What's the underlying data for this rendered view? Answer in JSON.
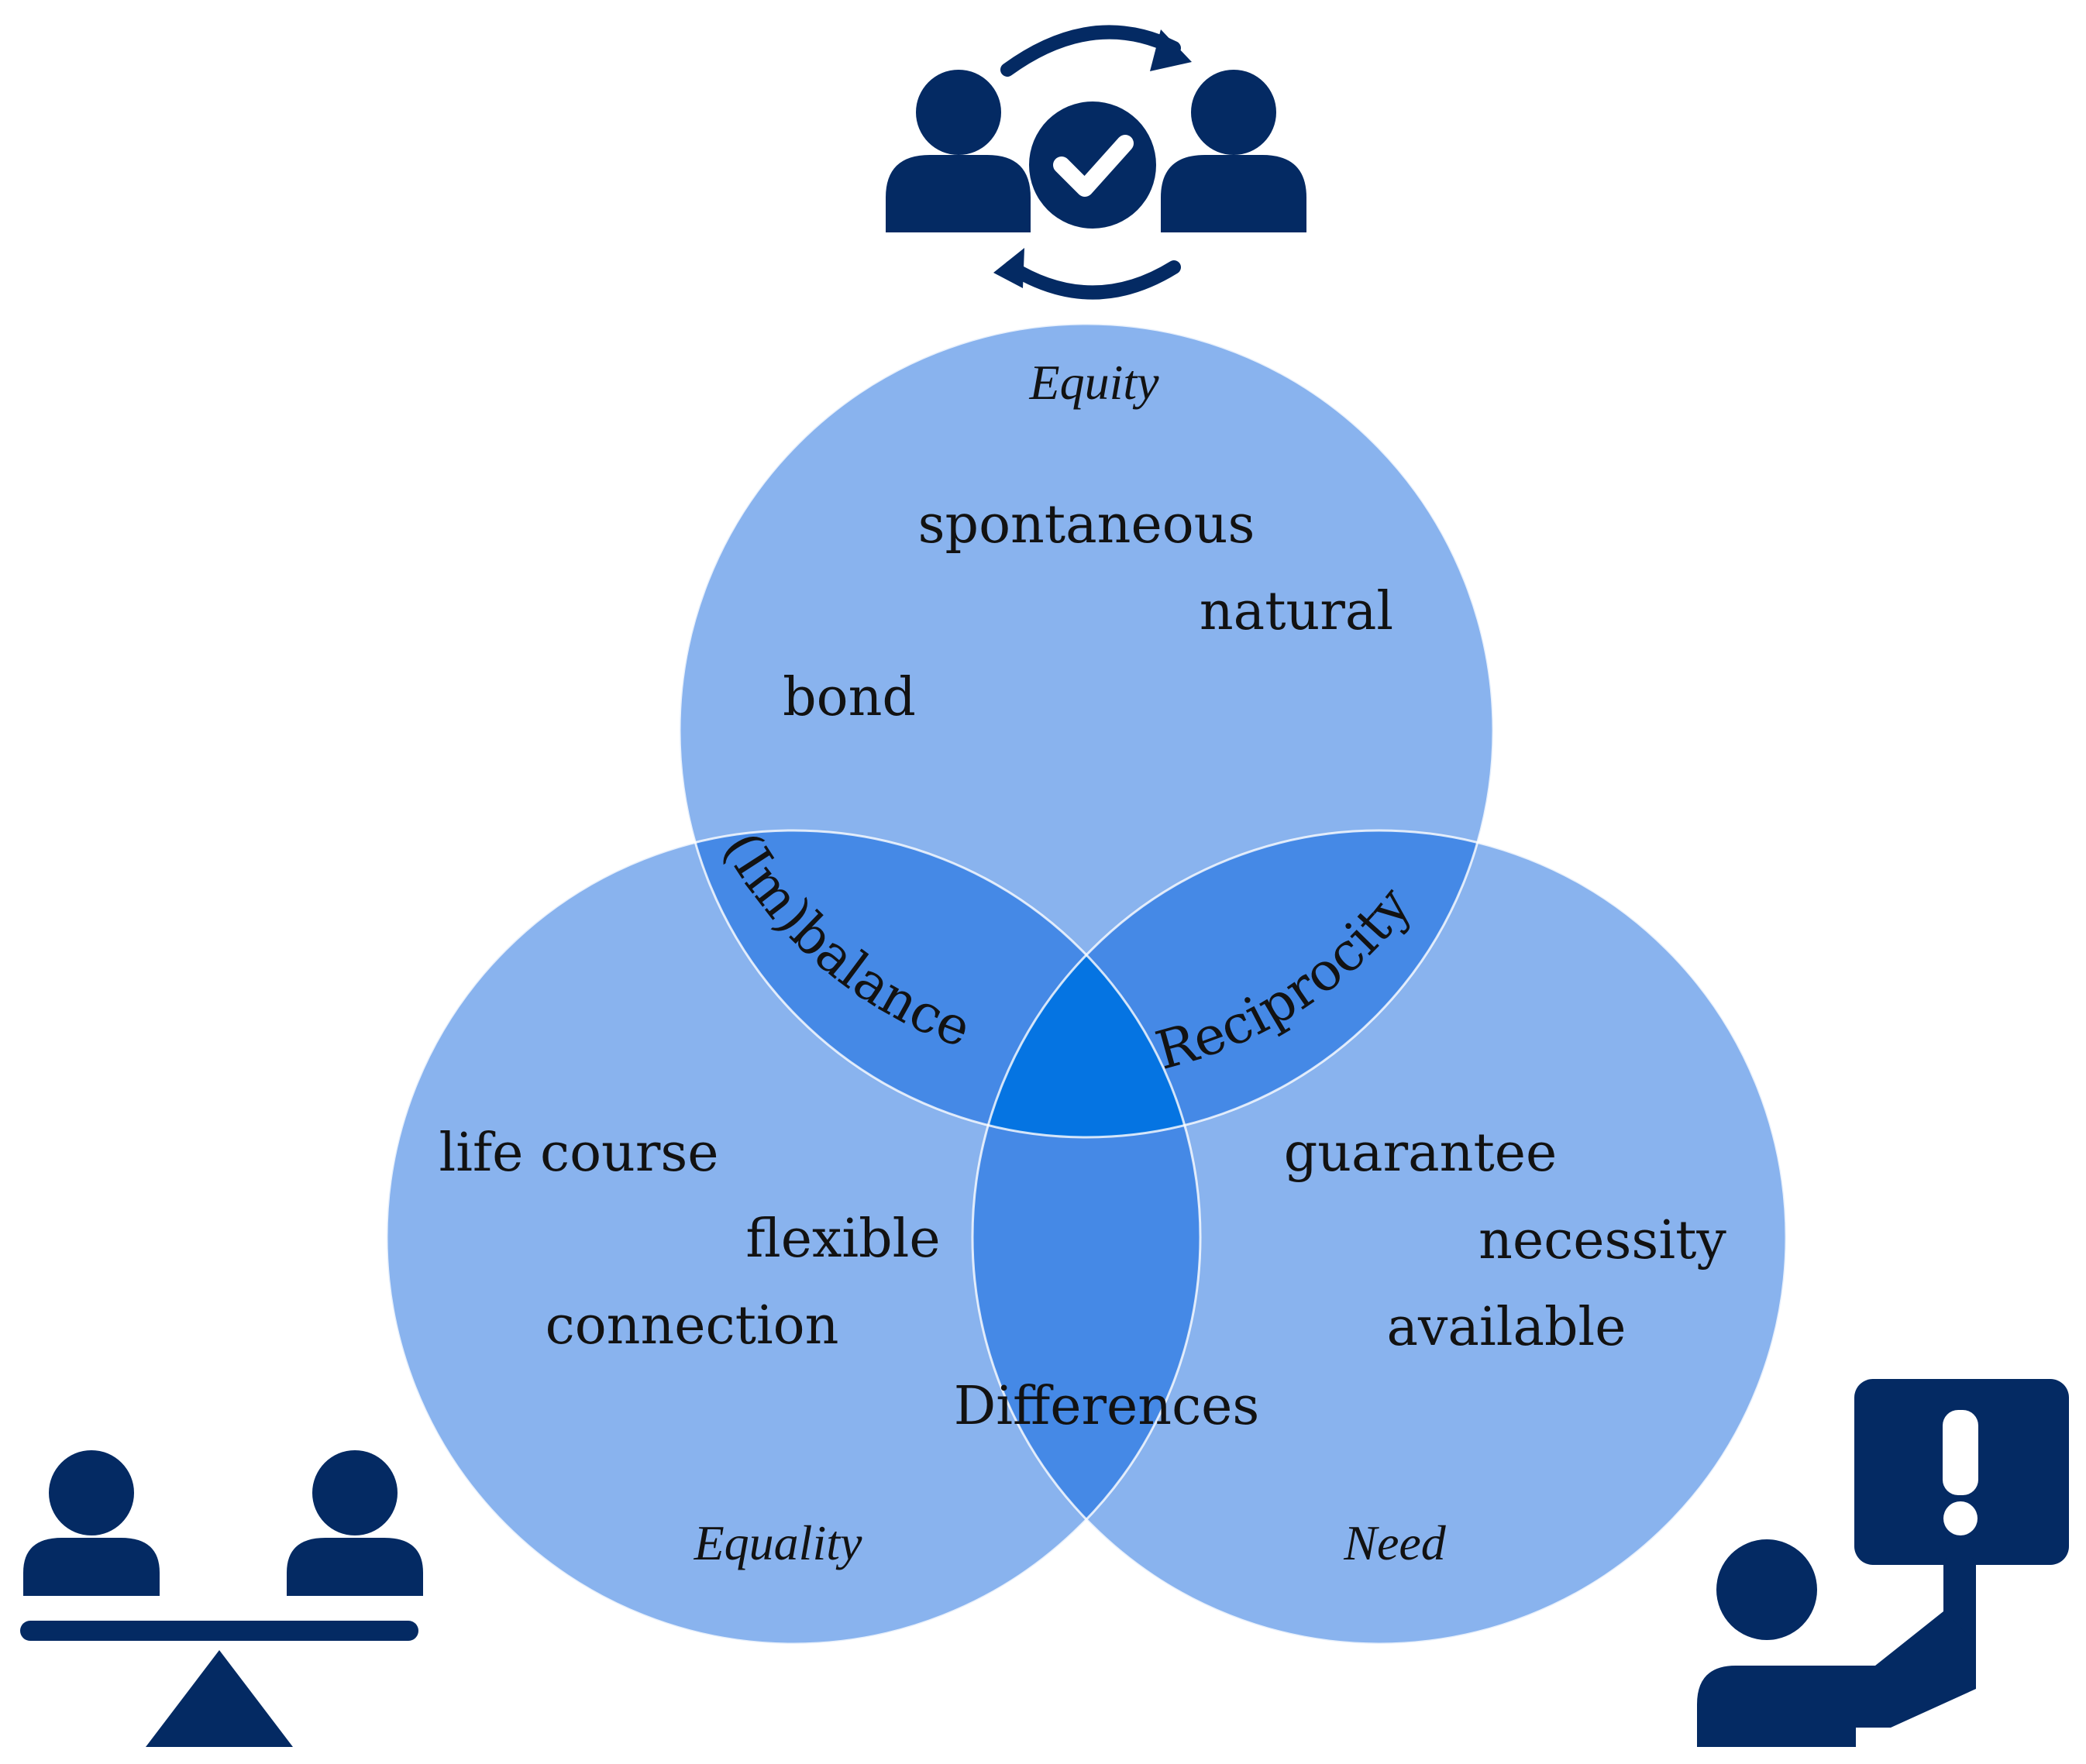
{
  "circles": {
    "top": {
      "label": "Equity",
      "words": [
        "spontaneous",
        "natural",
        "bond"
      ]
    },
    "left": {
      "label": "Equality",
      "words": [
        "life course",
        "flexible",
        "connection"
      ]
    },
    "right": {
      "label": "Need",
      "words": [
        "guarantee",
        "necessity",
        "available"
      ]
    }
  },
  "overlaps": {
    "top_left": "(Im)balance",
    "top_right": "Reciprocity",
    "left_right": "Differences"
  },
  "icons": {
    "top": "people-exchange-check-icon",
    "bottom_left": "equality-scale-people-icon",
    "bottom_right": "person-alert-sign-icon"
  },
  "colors": {
    "circle_fill": "#89b3ee",
    "pair_overlap": "#4589e6",
    "center_overlap": "#0574e2",
    "icon": "#042a63"
  }
}
